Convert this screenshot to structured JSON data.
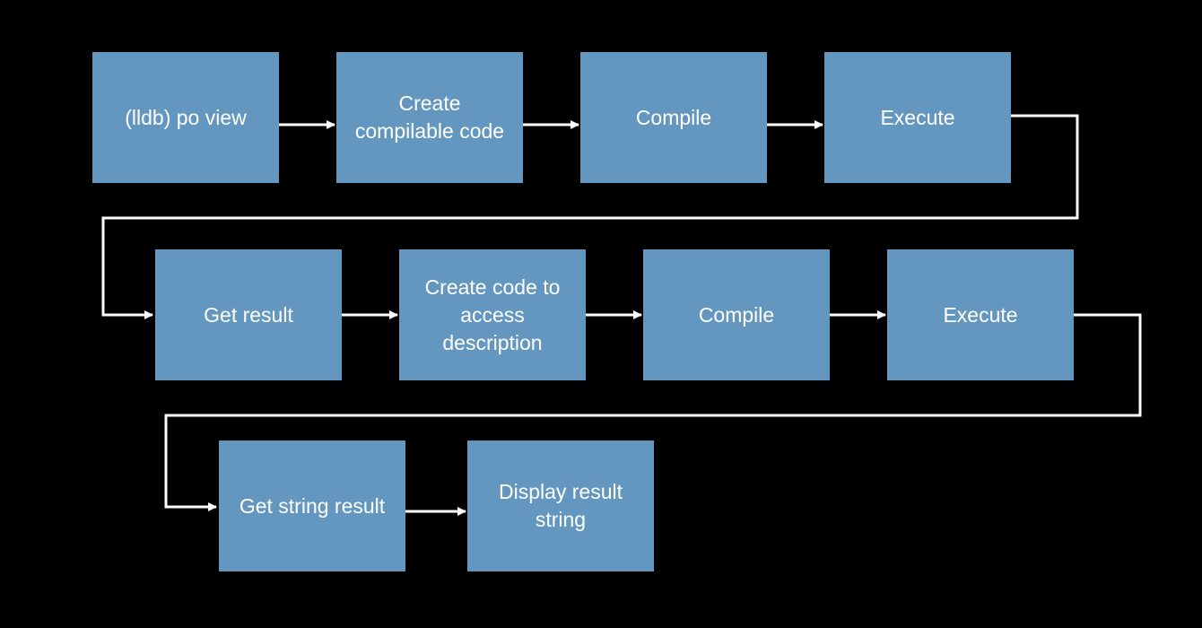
{
  "colors": {
    "background": "#000000",
    "box_fill": "#6397bf",
    "box_text": "#ffffff",
    "connector": "#ffffff"
  },
  "steps": [
    {
      "label": "(lldb) po view"
    },
    {
      "label": "Create\ncompilable code"
    },
    {
      "label": "Compile"
    },
    {
      "label": "Execute"
    },
    {
      "label": "Get result"
    },
    {
      "label": "Create code to\naccess\ndescription"
    },
    {
      "label": "Compile"
    },
    {
      "label": "Execute"
    },
    {
      "label": "Get string result"
    },
    {
      "label": "Display result\nstring"
    }
  ]
}
